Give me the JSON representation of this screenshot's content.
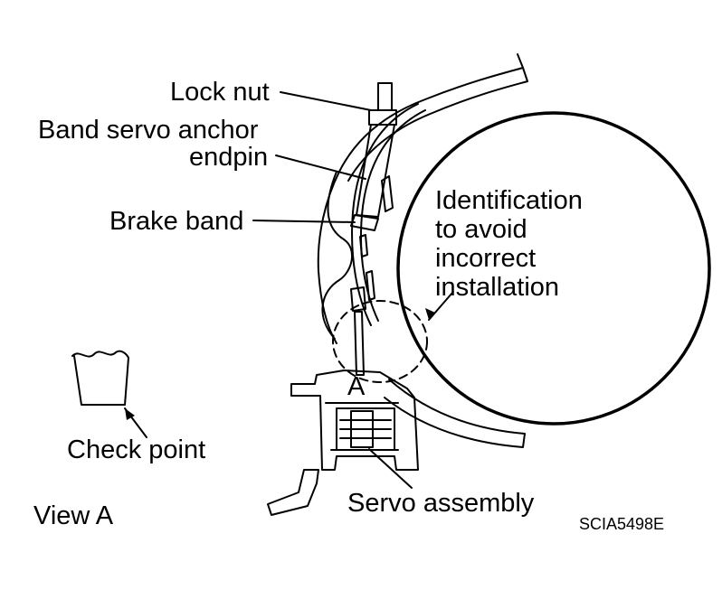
{
  "labels": {
    "lock_nut": "Lock nut",
    "anchor_line1": "Band servo anchor",
    "anchor_line2": "endpin",
    "brake_band": "Brake band",
    "ident_line1": "Identification",
    "ident_line2": "to avoid",
    "ident_line3": "incorrect",
    "ident_line4": "installation",
    "view_marker": "A",
    "check_point": "Check point",
    "view_a": "View A",
    "servo_assembly": "Servo assembly",
    "figure_code": "SCIA5498E"
  },
  "colors": {
    "line": "#000000",
    "background": "#ffffff"
  }
}
